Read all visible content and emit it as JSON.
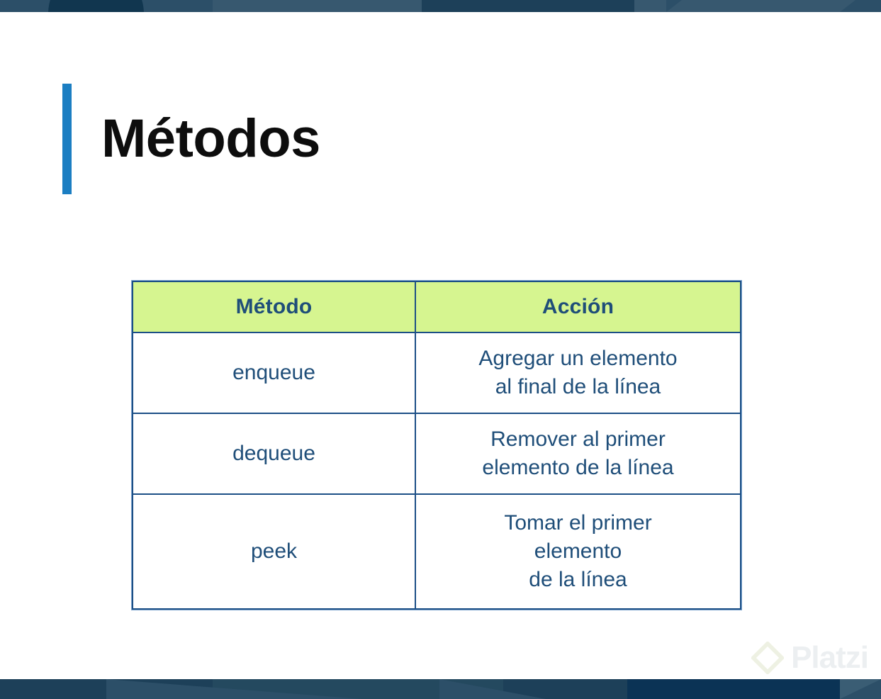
{
  "slide": {
    "title": "Métodos",
    "accent_color": "#1b7ec2",
    "title_color": "#0d0d0d",
    "background": "#ffffff"
  },
  "decor": {
    "top_bar_colors": [
      "#2c4f68",
      "#37586f",
      "#1d4059",
      "#37586f",
      "#2c4f68",
      "#11364f"
    ],
    "bottom_bar_colors": [
      "#1d4059",
      "#24495f",
      "#1d4059",
      "#0b3355",
      "#3a5d74",
      "#2c4f68"
    ]
  },
  "table": {
    "header_background": "#d6f590",
    "border_color": "#1c4f86",
    "text_color": "#1f4e79",
    "columns": [
      "Método",
      "Acción"
    ],
    "rows": [
      {
        "method": "enqueue",
        "action_lines": [
          "Agregar un elemento",
          "al final de la línea"
        ]
      },
      {
        "method": "dequeue",
        "action_lines": [
          "Remover al primer",
          "elemento de la línea"
        ]
      },
      {
        "method": "peek",
        "action_lines": [
          "Tomar el primer",
          "elemento",
          "de la línea"
        ]
      }
    ]
  },
  "watermark": {
    "text": "Platzi",
    "icon": "diamond-outline-icon",
    "text_color": "#eceff1",
    "icon_color": "#eef1e2"
  }
}
